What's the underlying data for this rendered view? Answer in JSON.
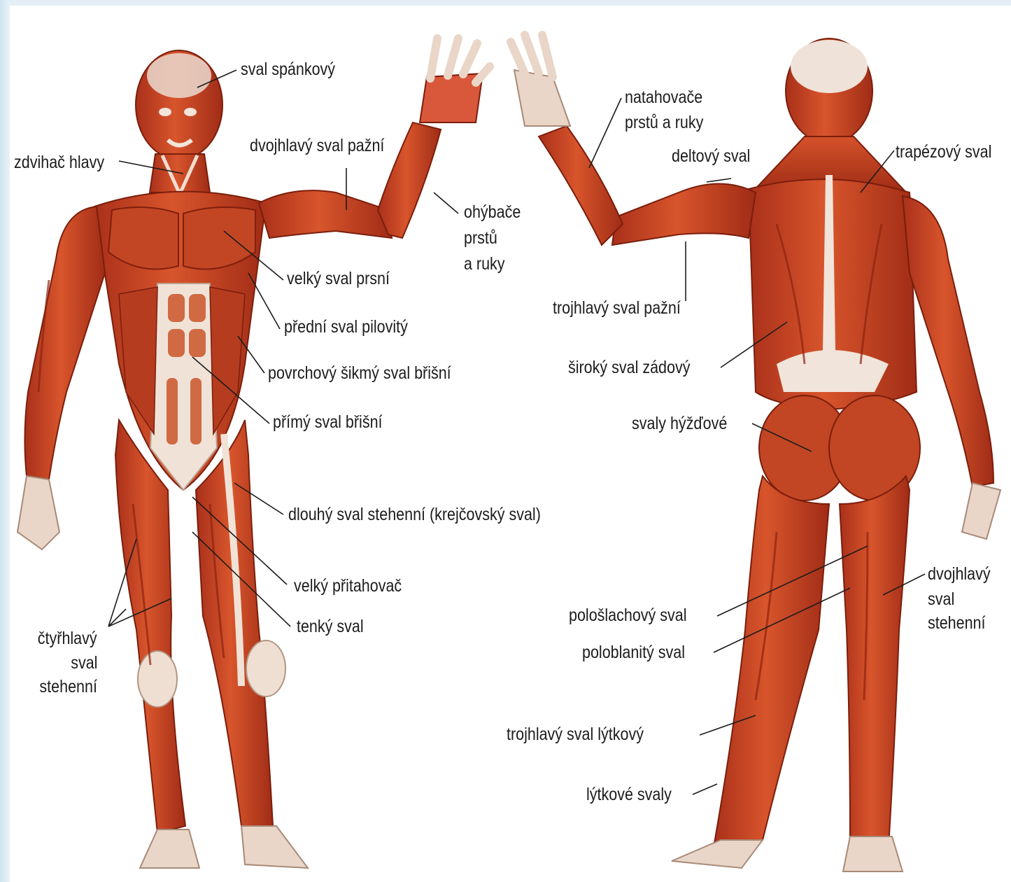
{
  "figure": {
    "front_view": {
      "labels": [
        "sval spánkový",
        "zdvihač hlavy",
        "dvojhlavý sval pažní",
        "ohýbače",
        "prstů",
        "a ruky",
        "velký sval prsní",
        "přední sval pilovitý",
        "povrchový šikmý sval břišní",
        "přímý sval břišní",
        "dlouhý sval stehenní (krejčovský sval)",
        "velký přitahovač",
        "tenký sval",
        "čtyřhlavý",
        "sval",
        "stehenní"
      ]
    },
    "back_view": {
      "labels": [
        "natahovače",
        "prstů a ruky",
        "deltový sval",
        "trapézový sval",
        "trojhlavý sval pažní",
        "široký sval zádový",
        "svaly hýžďové",
        "dvojhlavý",
        "sval",
        "stehenní",
        "pološlachový sval",
        "poloblanitý sval",
        "trojhlavý sval lýtkový",
        "lýtkové svaly"
      ]
    },
    "colors": {
      "muscle": "#c8401e",
      "muscle_dark": "#8f2410",
      "muscle_light": "#e0673c",
      "tendon": "#f4e6dc",
      "leader_line": "#1c1c1c"
    }
  }
}
